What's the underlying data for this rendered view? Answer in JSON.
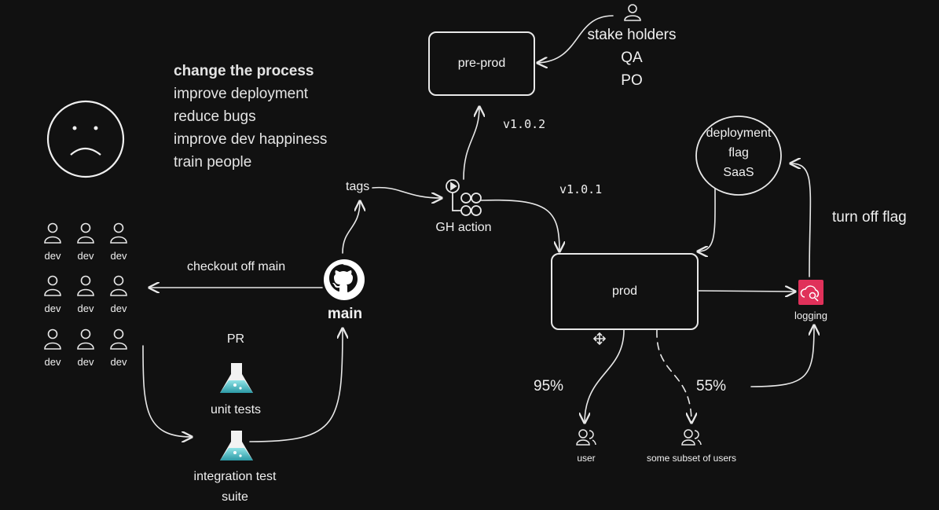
{
  "notes": {
    "items": [
      "change the process",
      "improve deployment",
      "reduce bugs",
      "improve dev happiness",
      "train people"
    ]
  },
  "devs": {
    "label": "dev"
  },
  "edges": {
    "checkout": "checkout off main",
    "tags": "tags",
    "v102": "v1.0.2",
    "v101": "v1.0.1",
    "turn_off": "turn off flag",
    "pct95": "95%",
    "pct55": "55%"
  },
  "nodes": {
    "main": "main",
    "pr": "PR",
    "unit_tests": "unit tests",
    "integration_line1": "integration test",
    "integration_line2": "suite",
    "gh_action": "GH action",
    "pre_prod": "pre-prod",
    "prod": "prod",
    "stake_line1": "stake holders",
    "stake_line2": "QA",
    "stake_line3": "PO",
    "flag_line1": "deployment",
    "flag_line2": "flag",
    "flag_line3": "SaaS",
    "logging": "logging",
    "user": "user",
    "subset": "some subset of users"
  },
  "icons": {
    "sad_face": "sad-face-icon",
    "person": "person-icon",
    "users": "users-icon",
    "github": "github-icon",
    "flask": "flask-icon",
    "workflow": "workflow-icon",
    "logging": "cloud-search-icon",
    "move": "move-cursor-icon"
  },
  "colors": {
    "background": "#111111",
    "stroke": "#e8e8e8",
    "logging_accent": "#e0315a",
    "flask_liquid": "#4fc3c8"
  }
}
